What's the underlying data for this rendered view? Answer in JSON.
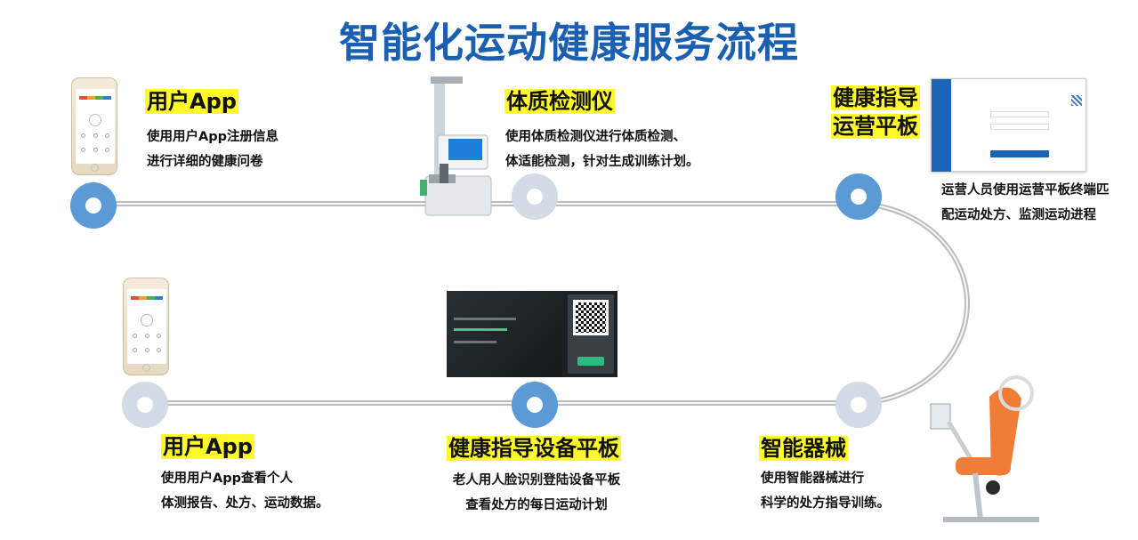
{
  "title": "智能化运动健康服务流程",
  "steps": [
    {
      "heading": "用户App",
      "lines": [
        "使用用户App注册信息",
        "进行详细的健康问卷"
      ]
    },
    {
      "heading": "体质检测仪",
      "lines": [
        "使用体质检测仪进行体质检测、",
        "体适能检测，针对生成训练计划。"
      ]
    },
    {
      "heading_lines": [
        "健康指导",
        "运营平板"
      ],
      "lines": [
        "运营人员使用运营平板终端匹",
        "配运动处方、监测运动进程"
      ]
    },
    {
      "heading": "智能器械",
      "lines": [
        "使用智能器械进行",
        "科学的处方指导训练。"
      ]
    },
    {
      "heading": "健康指导设备平板",
      "lines": [
        "老人用人脸识别登陆设备平板",
        "查看处方的每日运动计划"
      ]
    },
    {
      "heading": "用户App",
      "lines": [
        "使用用户App查看个人",
        "体测报告、处方、运动数据。"
      ]
    }
  ],
  "colors": {
    "title": "#1a5fb0",
    "highlight": "#fff92a",
    "node_blue": "#5c9ad6",
    "node_gray": "#d3dbe6",
    "track": "#b9bcc0"
  },
  "images": {
    "phone_top": "user-app-phone-screenshot",
    "scanner": "body-composition-scanner",
    "tablet": "operations-tablet-screenshot",
    "machine": "smart-fitness-machine",
    "faceshot": "face-recognition-device-screen",
    "phone_bottom": "user-app-phone-screenshot"
  }
}
